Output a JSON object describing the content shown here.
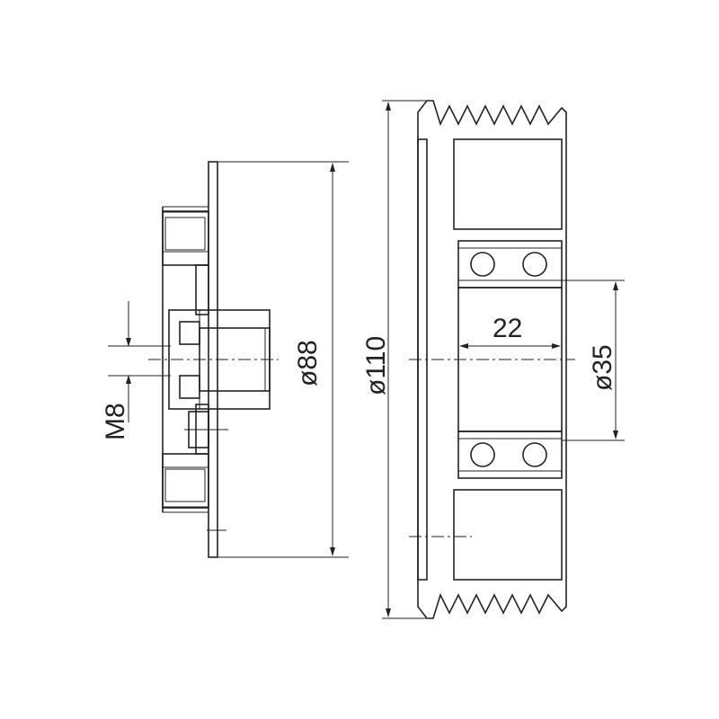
{
  "labels": {
    "thread": "M8",
    "hub_diameter": "ø88",
    "pulley_diameter": "ø110",
    "bearing_width": "22",
    "bore_diameter": "ø35"
  },
  "colors": {
    "line": "#222222",
    "background": "#ffffff"
  }
}
